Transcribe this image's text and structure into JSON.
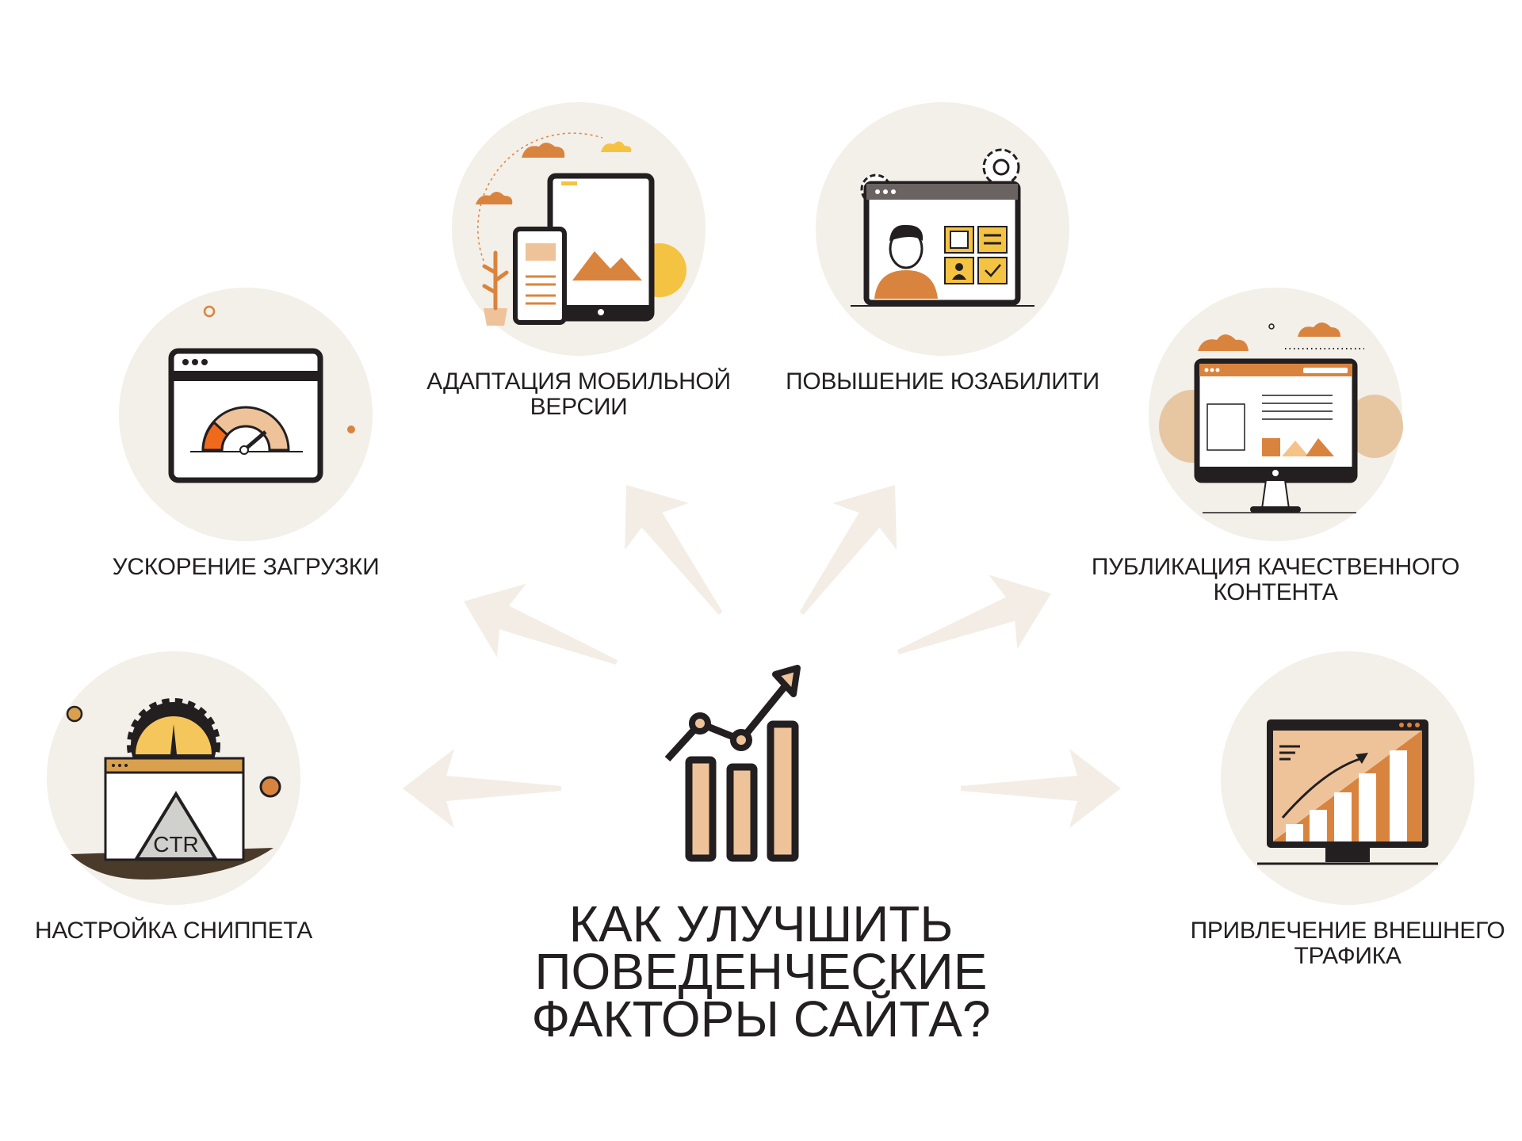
{
  "title": {
    "lines": [
      "КАК УЛУЧШИТЬ",
      "ПОВЕДЕНЧЕСКИЕ",
      "ФАКТОРЫ САЙТА?"
    ]
  },
  "colors": {
    "circle_bg": "#f3efe9",
    "arrow": "#f3ede5",
    "orange": "#d9843e",
    "light_orange": "#eec39a",
    "yellow": "#f5c342",
    "dark": "#231f20"
  },
  "factors": [
    {
      "id": "speed",
      "lines": [
        "УСКОРЕНИЕ ЗАГРУЗКИ"
      ],
      "icon": "speedometer-browser-icon"
    },
    {
      "id": "mobile",
      "lines": [
        "АДАПТАЦИЯ МОБИЛЬНОЙ",
        "ВЕРСИИ"
      ],
      "icon": "mobile-tablet-icon"
    },
    {
      "id": "usability",
      "lines": [
        "ПОВЫШЕНИЕ ЮЗАБИЛИТИ"
      ],
      "icon": "usability-browser-icon"
    },
    {
      "id": "content",
      "lines": [
        "ПУБЛИКАЦИЯ КАЧЕСТВЕННОГО",
        "КОНТЕНТА"
      ],
      "icon": "content-monitor-icon"
    },
    {
      "id": "snippet",
      "lines": [
        "НАСТРОЙКА СНИППЕТА"
      ],
      "icon": "ctr-snippet-icon",
      "badge": "CTR"
    },
    {
      "id": "traffic",
      "lines": [
        "ПРИВЛЕЧЕНИЕ ВНЕШНЕГО",
        "ТРАФИКА"
      ],
      "icon": "traffic-growth-icon"
    }
  ]
}
